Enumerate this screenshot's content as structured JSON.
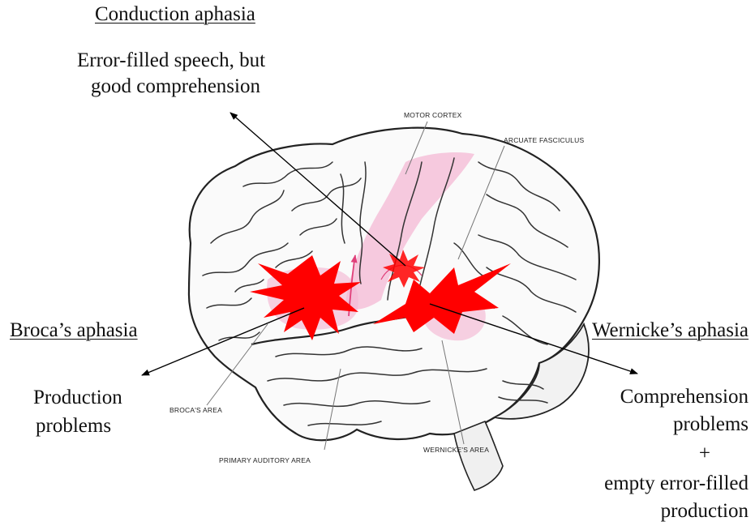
{
  "conduction": {
    "title": "Conduction aphasia",
    "desc_line1": "Error-filled speech, but",
    "desc_line2": "good comprehension"
  },
  "broca": {
    "title": "Broca’s aphasia",
    "desc_line1": "Production",
    "desc_line2": "problems"
  },
  "wernicke": {
    "title": "Wernicke’s aphasia",
    "desc_line1": "Comprehension",
    "desc_line2": "problems",
    "plus": "+",
    "desc_line3": "empty error-filled",
    "desc_line4": "production"
  },
  "brain_labels": {
    "motor_cortex": "MOTOR CORTEX",
    "arcuate_fasciculus": "ARCUATE FASCICULUS",
    "brocas_area": "BROCA'S AREA",
    "primary_auditory_area": "PRIMARY AUDITORY AREA",
    "wernickes_area": "WERNICKE'S AREA"
  },
  "colors": {
    "lesion": "#ff0000",
    "highlight_pink": "#f4b8d4",
    "arcuate_arrow": "#e0407a",
    "arrow": "#000000"
  }
}
